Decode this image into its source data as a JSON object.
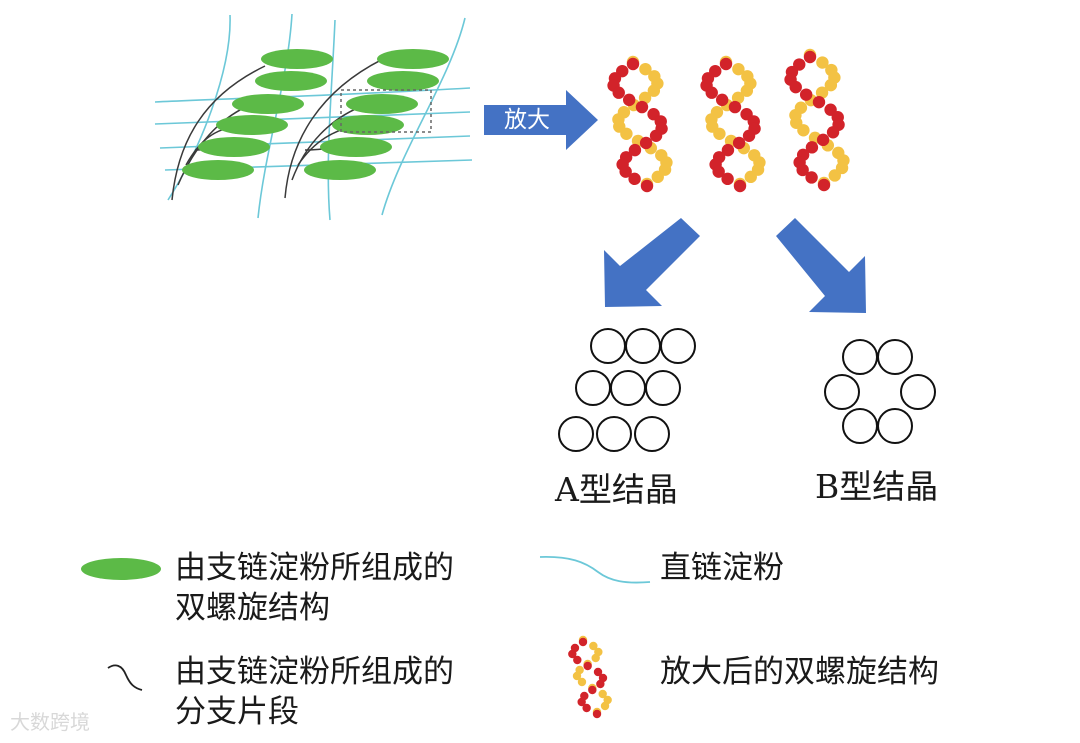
{
  "arrow_label": "放大",
  "captions": {
    "a": "A型结晶",
    "b": "B型结晶"
  },
  "legend": [
    {
      "line1": "由支链淀粉所组成的",
      "line2": "双螺旋结构"
    },
    {
      "line1": "直链淀粉",
      "line2": ""
    },
    {
      "line1": "由支链淀粉所组成的",
      "line2": "分支片段"
    },
    {
      "line1": "放大后的双螺旋结构",
      "line2": ""
    }
  ],
  "watermark": "大数跨境",
  "colors": {
    "ellipse": "#5cba47",
    "amylose": "#6cc8d8",
    "branch": "#3a3a3a",
    "arrow": "#4472c4",
    "bead_yellow": "#f3c244",
    "bead_red": "#d2232a",
    "circle": "#111111"
  }
}
